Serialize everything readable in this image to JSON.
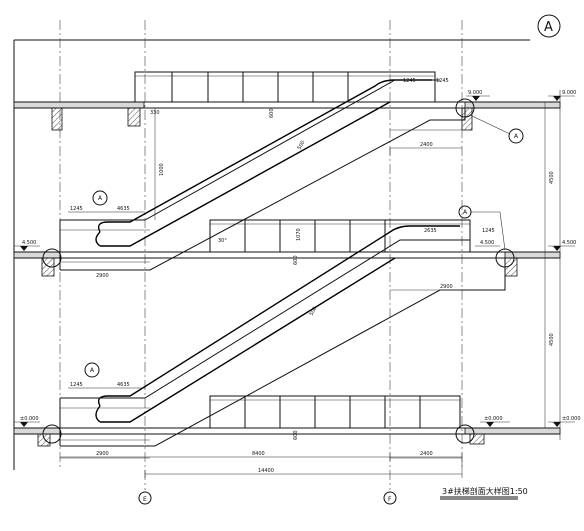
{
  "title": "3#扶梯剖面大样图1:50",
  "sheet_mark": "A",
  "axis_labels": {
    "left": "E",
    "right": "F"
  },
  "elevations": {
    "top": "9.000",
    "middle": "4.500",
    "bottom": "±0.000"
  },
  "callout": "A",
  "dims": {
    "d1245": "1245",
    "d4635": "4635",
    "d2900": "2900",
    "d2400": "2400",
    "d2635": "2635",
    "d8400": "8400",
    "d14400": "14400",
    "d4500": "4500",
    "d1000": "1000",
    "d330": "330",
    "d30": "30°",
    "d600": "600",
    "d1070": "1070",
    "d500": "500"
  }
}
